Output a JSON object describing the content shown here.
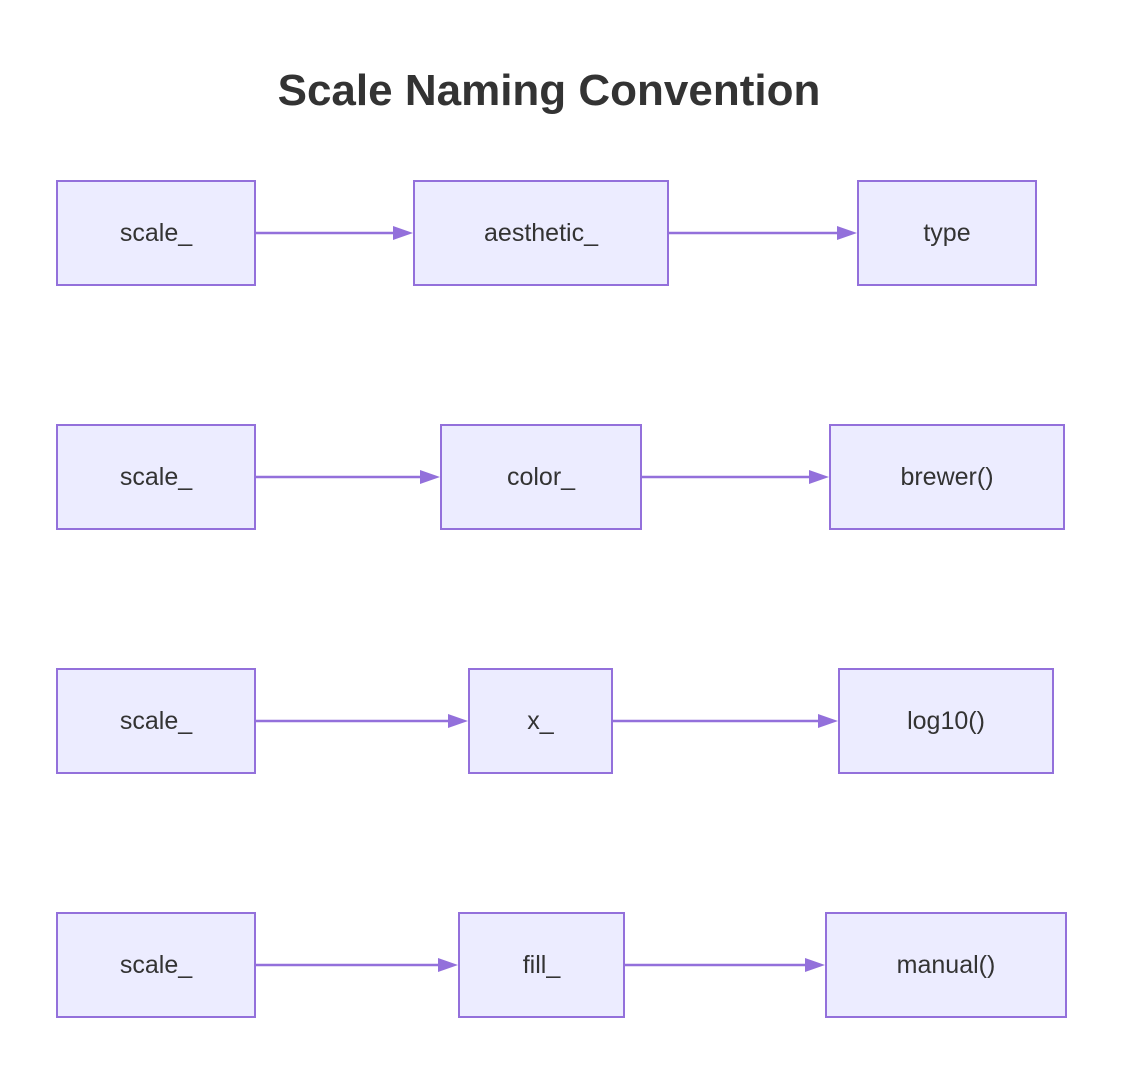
{
  "title": "Scale Naming Convention",
  "colors": {
    "node_fill": "#ECECFF",
    "node_border": "#9370DB",
    "arrow": "#9370DB",
    "text": "#333333",
    "title_text": "#333333",
    "background": "#FFFFFF"
  },
  "diagram": {
    "type": "flowchart-left-to-right",
    "rows": [
      {
        "nodes": [
          "scale_",
          "aesthetic_",
          "type"
        ]
      },
      {
        "nodes": [
          "scale_",
          "color_",
          "brewer()"
        ]
      },
      {
        "nodes": [
          "scale_",
          "x_",
          "log10()"
        ]
      },
      {
        "nodes": [
          "scale_",
          "fill_",
          "manual()"
        ]
      }
    ]
  }
}
